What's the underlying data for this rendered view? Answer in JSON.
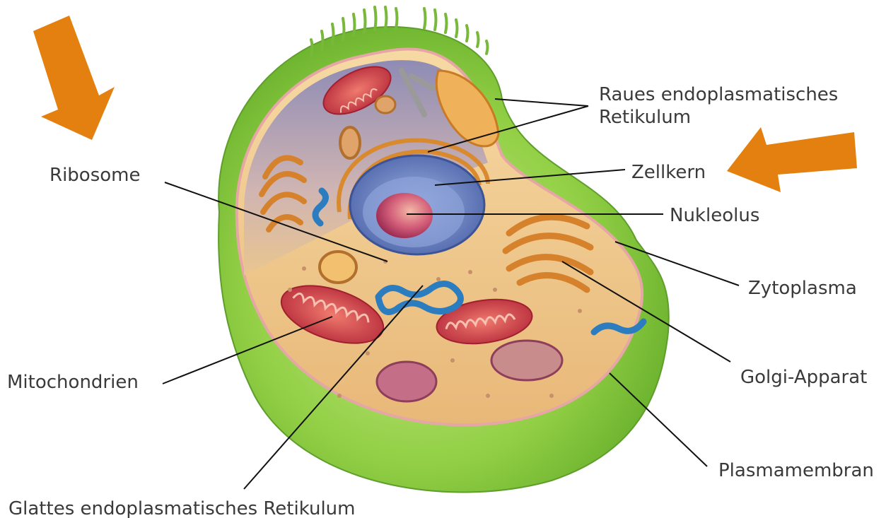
{
  "colors": {
    "arrow": "#E4800F",
    "membrane_green": "#8CCB3E",
    "cytoplasm": "#F0C98A",
    "nucleus": "#6E86C6",
    "nucleolus": "#C23A6A",
    "mitochondria": "#D9404A",
    "smooth_er": "#2D7FC0",
    "golgi": "#E59A3E",
    "leader_line": "#111111",
    "label_text": "#3a3a3a"
  },
  "labels": {
    "raues_line1": "Raues endoplasmatisches",
    "raues_line2": "Retikulum",
    "zellkern": "Zellkern",
    "ribosome": "Ribosome",
    "nukleolus": "Nukleolus",
    "zytoplasma": "Zytoplasma",
    "golgi": "Golgi-Apparat",
    "mitochondrien": "Mitochondrien",
    "plasmamembran": "Plasmamembran",
    "glattes": "Glattes endoplasmatisches Retikulum"
  },
  "highlighted_labels": [
    "ribosome",
    "zellkern"
  ]
}
